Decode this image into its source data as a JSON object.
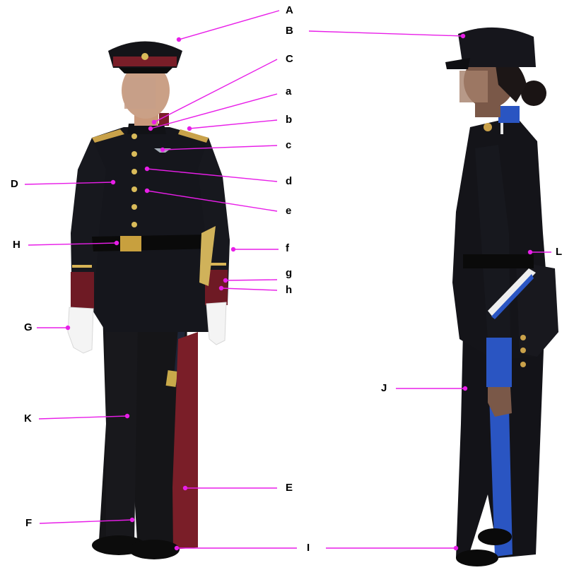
{
  "figure": {
    "accent_color": "#e81ee8",
    "left_figure": "male-cadet-dress-uniform-front",
    "right_figure": "female-cadet-dress-uniform-side"
  },
  "labels": {
    "A": "A",
    "B": "B",
    "C": "C",
    "a": "a",
    "b": "b",
    "c": "c",
    "D": "D",
    "d": "d",
    "e": "e",
    "H": "H",
    "f": "f",
    "g": "g",
    "h": "h",
    "G": "G",
    "K": "K",
    "E": "E",
    "F": "F",
    "I": "I",
    "J": "J",
    "L": "L"
  }
}
